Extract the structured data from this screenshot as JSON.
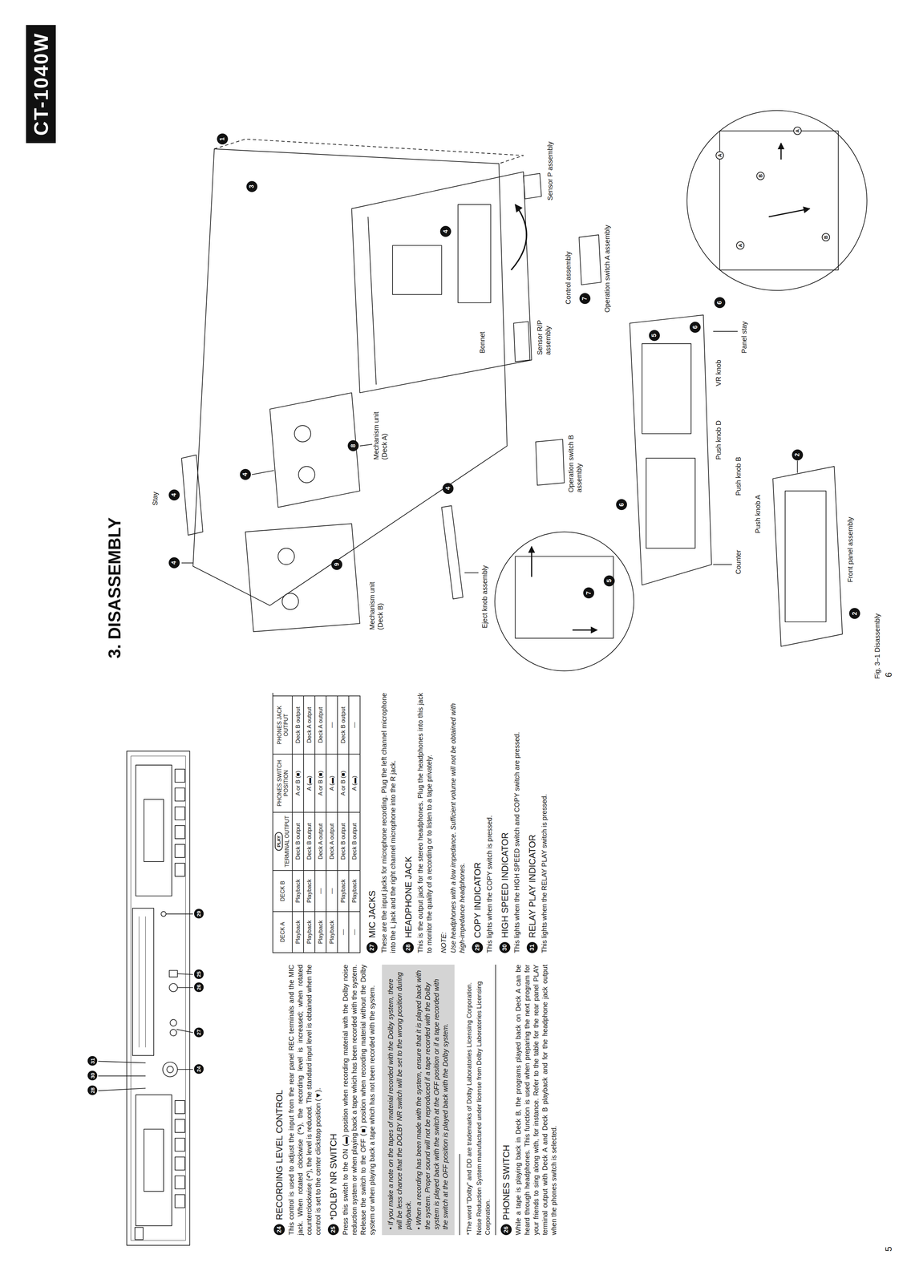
{
  "diagram": {
    "title": "3. DISASSEMBLY",
    "caption": "Fig. 3–1 Disassembly",
    "nodes": [
      {
        "text": [
          "CT-1040W"
        ]
      },
      {
        "text": [
          "28"
        ]
      },
      {
        "text": [
          "30"
        ]
      },
      {
        "text": [
          "31"
        ]
      },
      {
        "text": [
          "24"
        ]
      },
      {
        "text": [
          "27"
        ]
      },
      {
        "text": [
          "26"
        ]
      },
      {
        "text": [
          "25"
        ]
      },
      {
        "text": [
          "29"
        ]
      },
      {
        "text": [
          "24"
        ]
      },
      {
        "text": [
          "25"
        ]
      },
      {
        "text": [
          "26"
        ]
      },
      {
        "text": [
          "27"
        ]
      },
      {
        "text": [
          "28"
        ]
      },
      {
        "text": [
          "29"
        ]
      },
      {
        "text": [
          "30"
        ]
      },
      {
        "text": [
          "31"
        ]
      },
      {
        "text": [
          "• If you make a note on the tapes of material recorded with the Dolby system, there will be less chance that the DOLBY NR switch will be set to the wrong position during playback.",
          "• When a recording has been made with the system, ensure that it is played back with the system. Proper sound will not be reproduced if a tape recorded with the Dolby system is played back with the switch at the OFF position or if a tape recorded with the switch at the OFF position is played back with the Dolby system."
        ]
      },
      {
        "text": [
          "PLAY"
        ]
      },
      {
        "text": [
          "4"
        ]
      },
      {
        "text": [
          "4"
        ]
      },
      {
        "text": [
          "4"
        ]
      },
      {
        "text": [
          "1"
        ]
      },
      {
        "text": [
          "3"
        ]
      },
      {
        "text": [
          "9"
        ]
      },
      {
        "text": [
          "8"
        ]
      },
      {
        "text": [
          "4"
        ]
      },
      {
        "text": [
          "4"
        ]
      },
      {
        "text": [
          "7"
        ]
      },
      {
        "text": [
          "5"
        ]
      },
      {
        "text": [
          "6"
        ]
      },
      {
        "text": [
          "6"
        ]
      },
      {
        "text": [
          "6"
        ]
      },
      {
        "text": [
          "7"
        ]
      },
      {
        "text": [
          "5"
        ]
      },
      {
        "text": [
          "2"
        ]
      },
      {
        "text": [
          "2"
        ]
      },
      {
        "text": [
          "A"
        ]
      },
      {
        "text": [
          "A"
        ]
      },
      {
        "text": [
          "B"
        ]
      },
      {
        "text": [
          "A"
        ]
      },
      {
        "text": [
          "B"
        ]
      }
    ],
    "labels": [
      "RECORDING LEVEL CONTROL",
      "This control is used to adjust the input from the rear panel REC terminals and the MIC jack. When rotated clockwise (↷), the recording level is increased; when rotated counterclockwise (↶), the level is reduced. The standard input level is obtained when the control is set to the center clickstop position (▼).",
      "*DOLBY NR SWITCH",
      "Press this switch to the ON (▬) position when recording material with the Dolby noise reduction system or when playing back a tape which has been recorded with the system. Release the switch to the OFF (■) position when recording material without the Dolby system or when playing back a tape which has not been recorded with the system.",
      "*The word \"Dolby\" and DD are trademarks of Dolby Laboratories Licensing Corporation.",
      "Noise Reduction System manufactured under license from Dolby Laboratories Licensing Corporation.",
      "PHONES SWITCH",
      "While a tape is playing back in Deck B, the programs played back on Deck A can be heard through headphones. This function is used when preparing the next program for your friends to sing along with, for instance. Refer to the table for the rear panel PLAY terminal output with Deck A and Deck B playback and for the headphone jack output when the phones switch is selected.",
      "DECK A",
      "DECK B",
      "TERMINAL OUTPUT",
      "PHONES SWITCH POSITION",
      "PHONES JACK OUTPUT",
      "Playback",
      "Playback",
      "Deck B output",
      "A or B (■)",
      "Deck B output",
      "Playback",
      "Playback",
      "Deck B output",
      "A (▬)",
      "Deck A output",
      "Playback",
      "—",
      "Deck A output",
      "A or B (■)",
      "Deck A output",
      "Playback",
      "—",
      "Deck A output",
      "A (▬)",
      "—",
      "—",
      "Playback",
      "Deck B output",
      "A or B (■)",
      "Deck B output",
      "—",
      "Playback",
      "Deck B output",
      "A (▬)",
      "—",
      "MIC JACKS",
      "These are the input jacks for microphone recording. Plug the left channel microphone into the L jack and the right channel microphone into the R jack.",
      "HEADPHONE JACK",
      "This is the output jack for the stereo headphones. Plug the headphones into this jack to monitor the quality of a recording or to listen to a tape privately.",
      "NOTE:",
      "Use headphones with a low impedance. Sufficient volume will not be obtained with high-impedance headphones.",
      "COPY INDICATOR",
      "This lights when the COPY switch is pressed.",
      "HIGH SPEED INDICATOR",
      "This lights when the HIGH SPEED switch and COPY switch are pressed.",
      "RELAY PLAY INDICATOR",
      "This lights when the RELAY PLAY switch is pressed.",
      "5",
      "6",
      "Stay",
      "Mechanism unit (Deck B)",
      "Eject knob assembly",
      "Mechanism unit (Deck A)",
      "Bonnet",
      "Control assembly",
      "Sensor P assembly",
      "Sensor R/P assembly",
      "Operation switch A assembly",
      "Operation switch B assembly",
      "Panel stay",
      "VR knob",
      "Push knob D",
      "Push knob B",
      "Push knob A",
      "Counter",
      "Front panel assembly"
    ]
  }
}
